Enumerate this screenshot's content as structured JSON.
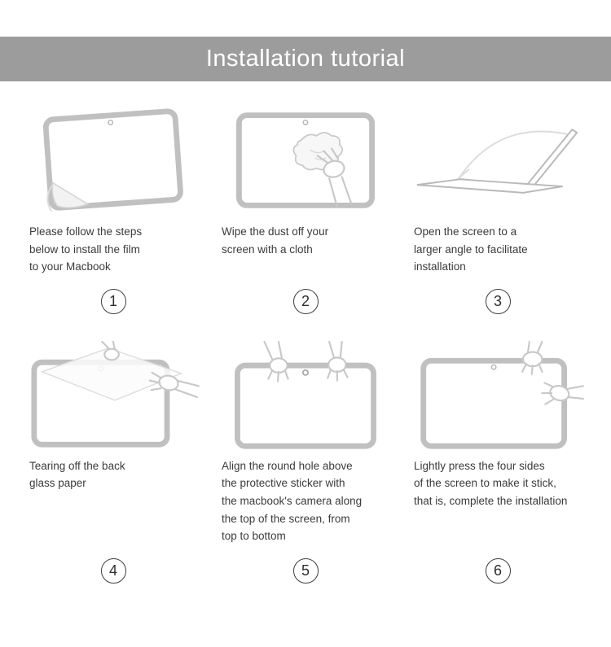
{
  "header": {
    "title": "Installation tutorial"
  },
  "steps": [
    {
      "number": "1",
      "caption": "Please follow the steps\nbelow to install the film\nto your Macbook",
      "illustration": "macbook-film-peel-corner"
    },
    {
      "number": "2",
      "caption": "Wipe the dust off your\nscreen with a cloth",
      "illustration": "hands-wiping-screen-with-cloth"
    },
    {
      "number": "3",
      "caption": "Open the screen to a\nlarger angle to facilitate\ninstallation",
      "illustration": "laptop-opened-wide-angle"
    },
    {
      "number": "4",
      "caption": "Tearing off the back\nglass paper",
      "illustration": "hands-tearing-back-paper"
    },
    {
      "number": "5",
      "caption": "Align the round hole above\nthe protective sticker with\nthe macbook's camera along\nthe top of the screen, from\ntop to bottom",
      "illustration": "hands-aligning-film-to-camera"
    },
    {
      "number": "6",
      "caption": "Lightly press the four sides\nof the screen to make it stick,\nthat is, complete the installation",
      "illustration": "hands-pressing-screen-edges"
    }
  ],
  "colors": {
    "header_bg": "#9c9c9c",
    "header_text": "#ffffff",
    "sketch_line": "#c8c8c8",
    "bezel_line": "#c0c0c0",
    "caption_text": "#3b3b3b",
    "number_ring": "#3d3d3d"
  }
}
